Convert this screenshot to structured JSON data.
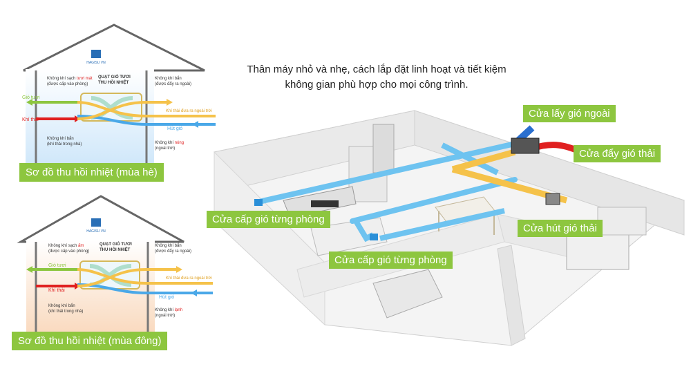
{
  "headline": {
    "line1": "Thân máy nhỏ và nhẹ, cách lắp đặt linh hoạt và tiết kiệm",
    "line2": "không gian phù hợp cho mọi công trình."
  },
  "brand": "HAGISU VN",
  "summer": {
    "caption": "Sơ đồ thu hồi nhiệt (mùa hè)",
    "unit_title_1": "QUẠT GIÓ TƯƠI",
    "unit_title_2": "THU HỒI NHIỆT",
    "top_left_1": "Không khí sạch",
    "top_left_hl": "tươi mát",
    "top_left_2": "(được cấp vào phòng)",
    "top_right_1": "Không khí bẩn",
    "top_right_2": "(được đẩy ra ngoài)",
    "fresh_air": "Gió tươi",
    "exhaust_in": "Khí thải",
    "exhaust_out": "Khí thải đưa ra ngoài trời",
    "intake": "Hút gió",
    "bottom_left_1": "Không khí bẩn",
    "bottom_left_2": "(khí thải trong nhà)",
    "bottom_right_1": "Không khí",
    "bottom_right_hl": "nóng",
    "bottom_right_2": "(ngoài trời)"
  },
  "winter": {
    "caption": "Sơ đồ thu hồi nhiệt (mùa đông)",
    "unit_title_1": "QUẠT GIÓ TƯƠI",
    "unit_title_2": "THU HỒI NHIỆT",
    "top_left_1": "Không khí sạch",
    "top_left_hl": "ấm",
    "top_left_2": "(được cấp vào phòng)",
    "top_right_1": "Không khí bẩn",
    "top_right_2": "(được đẩy ra ngoài)",
    "fresh_air": "Gió tươi",
    "exhaust_in": "Khí thải",
    "exhaust_out": "Khí thải đưa ra ngoài trời",
    "intake": "Hút gió",
    "bottom_left_1": "Không khí bẩn",
    "bottom_left_2": "(khí thải trong nhà)",
    "bottom_right_1": "Không khí",
    "bottom_right_hl": "lạnh",
    "bottom_right_2": "(ngoài trời)"
  },
  "callouts": {
    "outdoor_intake": "Cửa lấy gió ngoài",
    "exhaust_push": "Cửa đẩy gió thải",
    "supply_room_1": "Cửa cấp gió từng phòng",
    "supply_room_2": "Cửa cấp gió từng phòng",
    "exhaust_suction": "Cửa hút gió thải"
  },
  "colors": {
    "accent_green": "#8dc63f",
    "fresh_blue": "#4aa8e8",
    "warm_yellow": "#f5c24a",
    "exhaust_red": "#e02020",
    "summer_bg": "#dbeefb",
    "winter_bg": "#fbe3cf"
  }
}
